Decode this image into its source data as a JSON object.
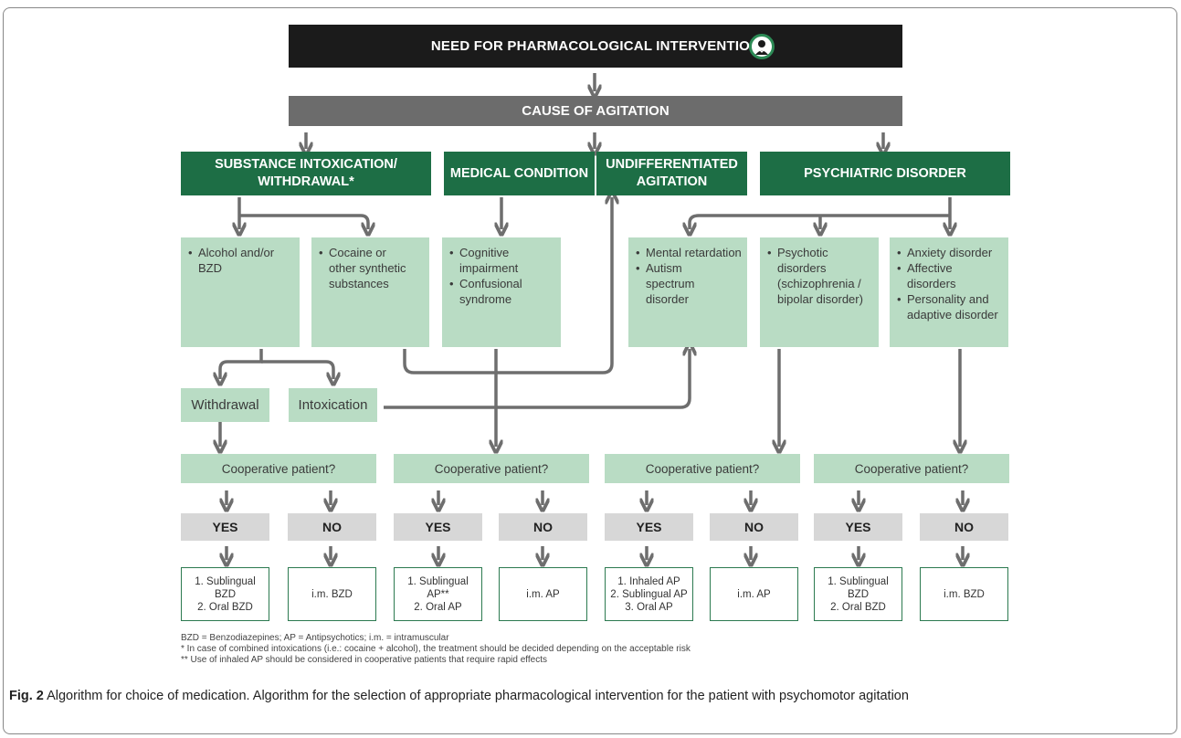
{
  "top": {
    "title": "NEED FOR PHARMACOLOGICAL INTERVENTION",
    "icon": "doctor-icon"
  },
  "cause": "CAUSE OF AGITATION",
  "categories": {
    "substance": "SUBSTANCE INTOXICATION/\nWITHDRAWAL*",
    "medical": "MEDICAL CONDITION",
    "undifferentiated": "UNDIFFERENTIATED\nAGITATION",
    "psychiatric": "PSYCHIATRIC DISORDER"
  },
  "subcauses": {
    "alcohol": [
      "Alcohol and/or BZD"
    ],
    "cocaine": [
      "Cocaine or other synthetic substances"
    ],
    "cognitive": [
      "Cognitive impairment",
      "Confusional syndrome"
    ],
    "mental": [
      "Mental retardation",
      "Autism spectrum disorder"
    ],
    "psychotic": [
      "Psychotic disorders (schizophrenia / bipolar disorder)"
    ],
    "anxiety": [
      "Anxiety disorder",
      "Affective disorders",
      "Personality and adaptive disorder"
    ]
  },
  "withdrawal": "Withdrawal",
  "intoxication": "Intoxication",
  "cooperative": "Cooperative patient?",
  "yes": "YES",
  "no": "NO",
  "treatments": {
    "c1_yes": "1. Sublingual\nBZD\n2. Oral BZD",
    "c1_no": "i.m. BZD",
    "c2_yes": "1. Sublingual\nAP**\n2. Oral AP",
    "c2_no": "i.m. AP",
    "c3_yes": "1. Inhaled AP\n2. Sublingual AP\n3. Oral AP",
    "c3_no": "i.m. AP",
    "c4_yes": "1. Sublingual\nBZD\n2. Oral BZD",
    "c4_no": "i.m. BZD"
  },
  "footnotes": [
    "BZD = Benzodiazepines; AP = Antipsychotics; i.m. = intramuscular",
    "* In case of combined intoxications (i.e.: cocaine + alcohol), the treatment should be decided depending on the acceptable risk",
    "** Use of inhaled AP should be considered in cooperative patients that require rapid effects"
  ],
  "caption": {
    "label": "Fig. 2",
    "text": " Algorithm for choice of medication. Algorithm for the selection of appropriate pharmacological intervention for the patient with psychomotor agitation"
  },
  "colors": {
    "dark_green": "#1d6e45",
    "light_green": "#b9dcc4",
    "arrow_gray": "#6e6e6e",
    "black_header": "#1b1b1b",
    "gray_header": "#6c6c6c",
    "yes_no_gray": "#d7d7d7"
  }
}
